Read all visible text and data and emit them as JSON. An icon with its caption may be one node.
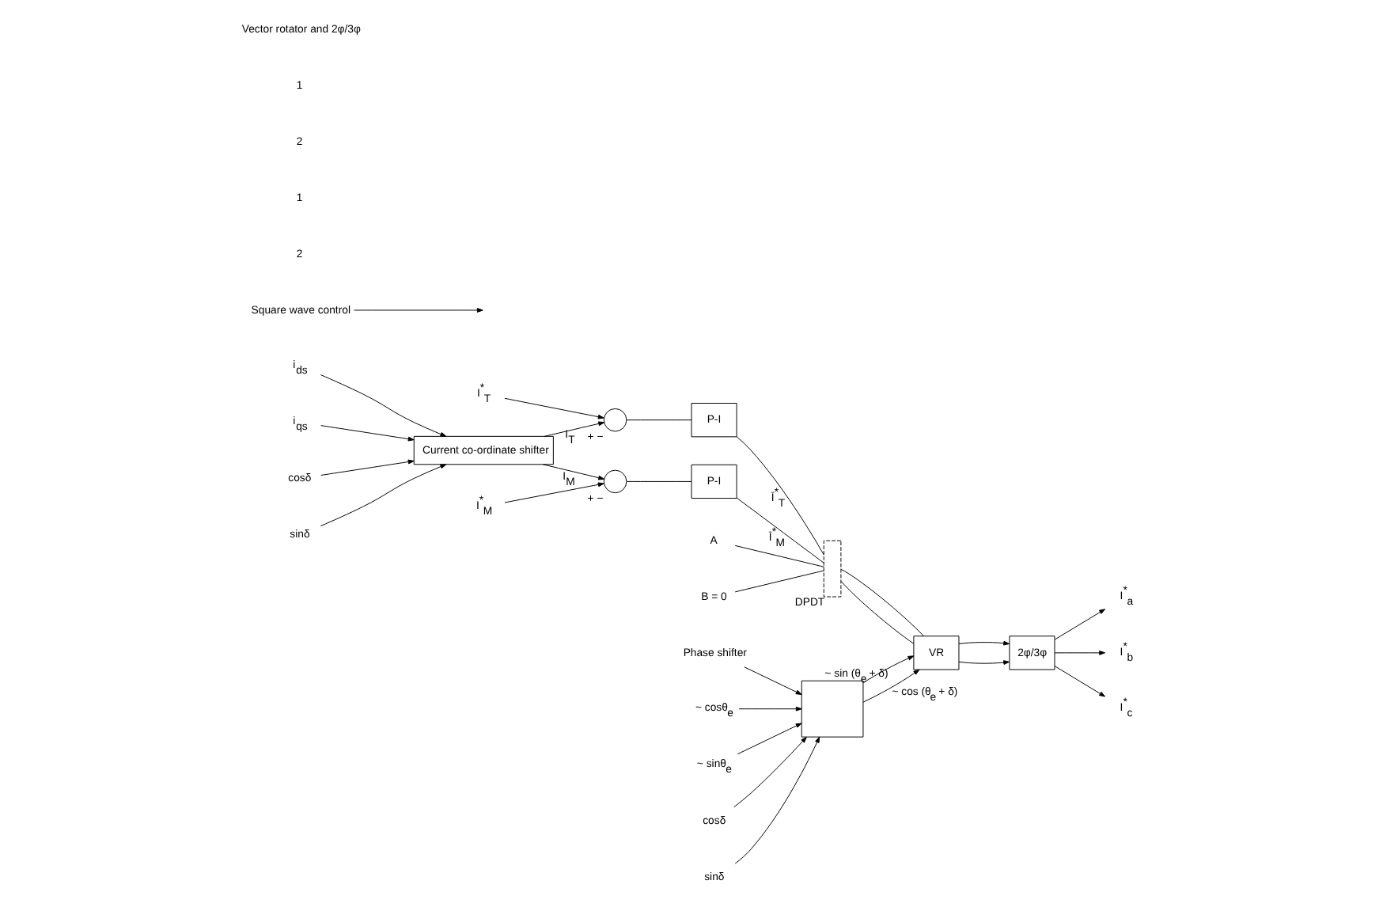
{
  "diagram": {
    "nodes": [
      {
        "text": [
          "I$^{*}$$_{T}$"
        ]
      },
      {
        "text": [],
        "shape": "circle",
        "beside": [
          "+",
          "−"
        ]
      },
      {
        "text": [
          "I$^{*}$$_{M}$"
        ]
      },
      {
        "text": [],
        "shape": "circle",
        "beside": [
          "+",
          "−"
        ]
      },
      {
        "text": [
          "P-I"
        ]
      },
      {
        "text": [
          "P-I"
        ]
      },
      {
        "text": [
          "A"
        ]
      },
      {
        "text": [
          "B = 0"
        ]
      },
      {
        "text": [],
        "shape": "switch",
        "beside": [
          "DPDT"
        ]
      },
      {
        "text": [
          "VR"
        ]
      },
      {
        "text": [
          "2φ/3φ"
        ]
      },
      {
        "text": [
          "I$^{*}$$_{a}$"
        ]
      },
      {
        "text": [
          "I$^{*}$$_{b}$"
        ]
      },
      {
        "text": [
          "I$^{*}$$_{c}$"
        ]
      },
      {
        "text": [
          "i$_{ds}$"
        ]
      },
      {
        "text": [
          "i$_{qs}$"
        ]
      },
      {
        "text": [
          "Current co-ordinate shifter"
        ]
      },
      {
        "text": [
          "cosδ"
        ]
      },
      {
        "text": [
          "sinδ"
        ]
      },
      {
        "text": [
          "Phase shifter"
        ]
      },
      {
        "text": [],
        "shape": "box"
      },
      {
        "text": [
          "~ cosθ$_{e}$"
        ]
      },
      {
        "text": [
          "~ sinθ$_{e}$"
        ]
      },
      {
        "text": [
          "cosδ"
        ]
      },
      {
        "text": [
          "sinδ"
        ]
      },
      {
        "text": [
          "Square wave control"
        ]
      }
    ],
    "edges": [
      {
        "from": 0,
        "to": 1,
        "arrow": "to"
      },
      {
        "from": 2,
        "to": 3,
        "arrow": "to"
      },
      {
        "from": 1,
        "to": 4,
        "arrow": "none"
      },
      {
        "from": 3,
        "to": 5,
        "arrow": "none"
      },
      {
        "from": 4,
        "to": 8,
        "arrow": "none",
        "label": "Ī$^{*}$$_{T}$"
      },
      {
        "from": 5,
        "to": 8,
        "arrow": "none",
        "label": "Ī$^{*}$$_{M}$"
      },
      {
        "from": 6,
        "to": 8,
        "arrow": "none"
      },
      {
        "from": 7,
        "to": 8,
        "arrow": "none"
      },
      {
        "from": 8,
        "to": 9,
        "arrow": "none"
      },
      {
        "from": 8,
        "to": 9,
        "arrow": "none"
      },
      {
        "from": 9,
        "to": 10,
        "arrow": "to"
      },
      {
        "from": 9,
        "to": 10,
        "arrow": "to"
      },
      {
        "from": 10,
        "to": 11,
        "arrow": "to"
      },
      {
        "from": 10,
        "to": 12,
        "arrow": "to"
      },
      {
        "from": 10,
        "to": 13,
        "arrow": "to"
      },
      {
        "from": 14,
        "to": 16,
        "arrow": "to"
      },
      {
        "from": 15,
        "to": 16,
        "arrow": "to"
      },
      {
        "from": 17,
        "to": 16,
        "arrow": "to"
      },
      {
        "from": 18,
        "to": 16,
        "arrow": "to"
      },
      {
        "from": 16,
        "to": 3,
        "arrow": "to",
        "label": "I$_{M}$"
      },
      {
        "from": 16,
        "to": 1,
        "arrow": "to",
        "label": "I$_{T}$"
      },
      {
        "from": 19,
        "to": 20,
        "arrow": "to"
      },
      {
        "from": 21,
        "to": 20,
        "arrow": "to"
      },
      {
        "from": 22,
        "to": 20,
        "arrow": "to"
      },
      {
        "from": 23,
        "to": 20,
        "arrow": "to"
      },
      {
        "from": 24,
        "to": 20,
        "arrow": "to"
      },
      {
        "from": 20,
        "to": 9,
        "arrow": "to",
        "label": "~ cos (θ$_{e}$ + δ)"
      },
      {
        "from": 20,
        "to": 9,
        "arrow": "to",
        "label": "~ sin (θ$_{e}$ + δ)"
      },
      {
        "from": 25,
        "to": null,
        "arrow": "to"
      }
    ],
    "labels": [
      "2",
      "1",
      "2",
      "1",
      "Vector rotator and 2φ/3φ"
    ]
  }
}
